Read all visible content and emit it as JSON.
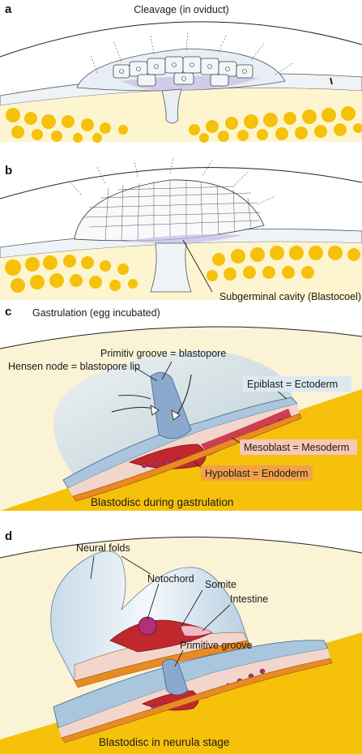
{
  "colors": {
    "yolk": "#f6c10a",
    "yolk_pale": "#fcf3c4",
    "albumen": "#e7eef4",
    "blue_cell": "#9fbfd8",
    "blue_dark": "#6f96b8",
    "pink": "#f2c6b8",
    "red": "#c0282d",
    "magenta": "#b0307a",
    "orange": "#e98a23",
    "epiblast_box": "#dde8f1",
    "mesoblast_box": "#f7c8b6",
    "hypoblast_box": "#f2a14a"
  },
  "panels": {
    "a": {
      "letter": "a",
      "title": "Cleavage (in oviduct)"
    },
    "b": {
      "letter": "b",
      "label_cavity": "Subgerminal cavity (Blastocoel)"
    },
    "c": {
      "letter": "c",
      "title": "Gastrulation (egg incubated)",
      "label_groove": "Primitiv groove = blastopore",
      "label_hensen": "Hensen node = blastopore lip",
      "label_epiblast": "Epiblast = Ectoderm",
      "label_mesoblast": "Mesoblast = Mesoderm",
      "label_hypoblast": "Hypoblast = Endoderm",
      "caption": "Blastodisc during gastrulation"
    },
    "d": {
      "letter": "d",
      "label_neural": "Neural folds",
      "label_notochord": "Notochord",
      "label_somite": "Somite",
      "label_intestine": "Intestine",
      "label_primgroove": "Primitive groove",
      "caption": "Blastodisc in neurula stage"
    }
  }
}
